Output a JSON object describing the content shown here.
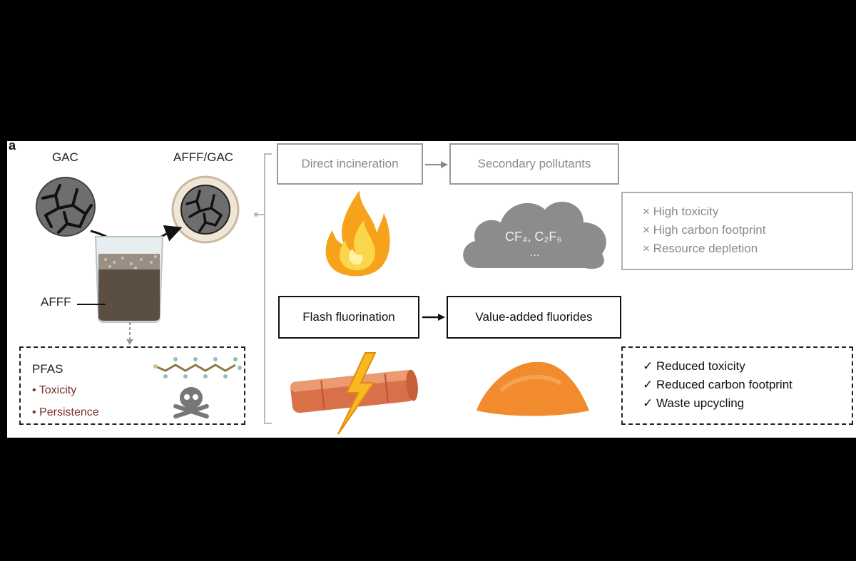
{
  "panel_label": "a",
  "labels": {
    "gac": "GAC",
    "afff_gac": "AFFF/GAC",
    "afff": "AFFF"
  },
  "pfas_box": {
    "title": "PFAS",
    "items": [
      "• Toxicity",
      "• Persistence"
    ]
  },
  "top_path": {
    "process": "Direct incineration",
    "result": "Secondary pollutants",
    "cloud_line1": "CF₄, C₂F₆",
    "cloud_line2": "...",
    "outcomes": [
      "High toxicity",
      "High carbon footprint",
      "Resource depletion"
    ],
    "mark": "×"
  },
  "bottom_path": {
    "process": "Flash fluorination",
    "result": "Value-added fluorides",
    "outcomes": [
      "Reduced toxicity",
      "Reduced carbon footprint",
      "Waste upcycling"
    ],
    "mark": "✓"
  },
  "colors": {
    "grey_text": "#8a8a8a",
    "maroon_text": "#7a2e2e",
    "flame": "#f7a21b",
    "powder": "#f28a2e",
    "rod": "#d9704a",
    "cloud": "#8c8c8c"
  }
}
